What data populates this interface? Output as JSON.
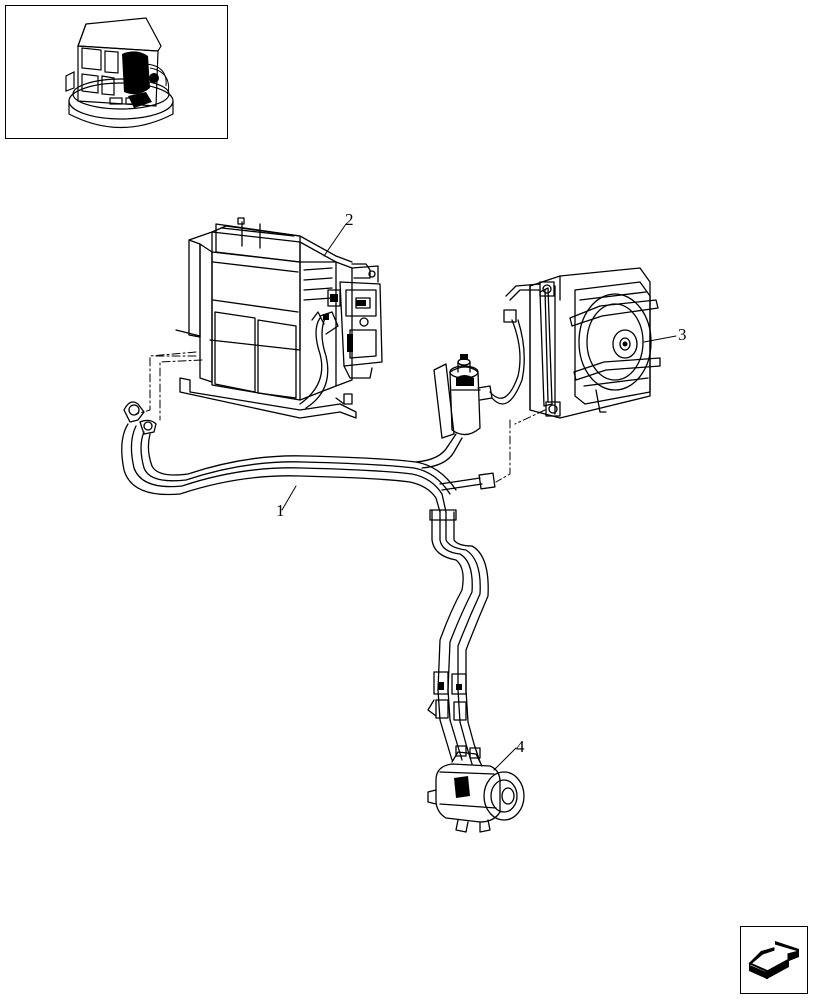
{
  "callouts": [
    {
      "id": "1",
      "label": "1"
    },
    {
      "id": "2",
      "label": "2"
    },
    {
      "id": "3",
      "label": "3"
    },
    {
      "id": "4",
      "label": "4"
    }
  ],
  "thumbnail": {
    "icon": "machine-overview-icon"
  },
  "navigation": {
    "icon": "next-page-arrow-icon"
  },
  "colors": {
    "line": "#000000",
    "background": "#ffffff",
    "fill_dark": "#000000"
  }
}
